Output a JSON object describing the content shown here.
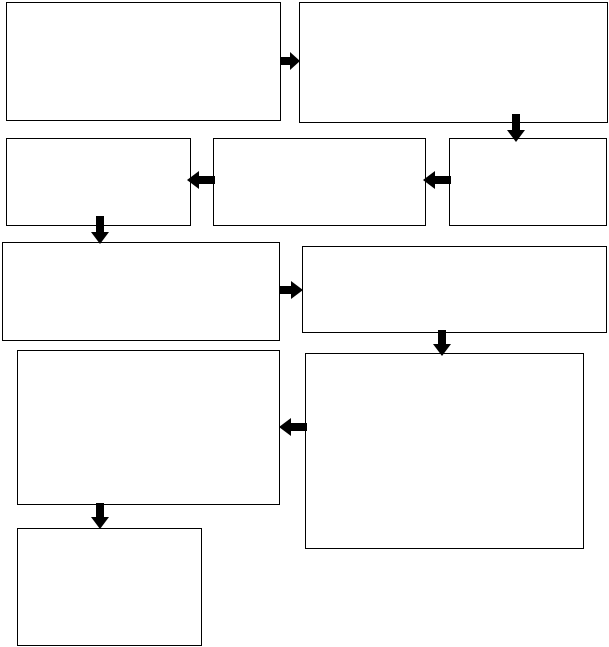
{
  "diagram": {
    "boxes": [
      {
        "id": "box-1",
        "label": ""
      },
      {
        "id": "box-2",
        "label": ""
      },
      {
        "id": "box-3",
        "label": ""
      },
      {
        "id": "box-4",
        "label": ""
      },
      {
        "id": "box-5",
        "label": ""
      },
      {
        "id": "box-6",
        "label": ""
      },
      {
        "id": "box-7",
        "label": ""
      },
      {
        "id": "box-8",
        "label": ""
      },
      {
        "id": "box-9",
        "label": ""
      },
      {
        "id": "box-10",
        "label": ""
      }
    ],
    "connections": [
      {
        "from": "box-1",
        "to": "box-2",
        "direction": "right"
      },
      {
        "from": "box-2",
        "to": "box-3",
        "direction": "down"
      },
      {
        "from": "box-3",
        "to": "box-4",
        "direction": "left"
      },
      {
        "from": "box-4",
        "to": "box-5",
        "direction": "left"
      },
      {
        "from": "box-5",
        "to": "box-6",
        "direction": "down"
      },
      {
        "from": "box-6",
        "to": "box-7",
        "direction": "right"
      },
      {
        "from": "box-7",
        "to": "box-8",
        "direction": "down"
      },
      {
        "from": "box-8",
        "to": "box-9",
        "direction": "left"
      },
      {
        "from": "box-9",
        "to": "box-10",
        "direction": "down"
      }
    ],
    "colors": {
      "border": "#000000",
      "arrow": "#000000",
      "background": "#ffffff"
    },
    "icons": {
      "arrow": "block-arrow-icon"
    }
  }
}
